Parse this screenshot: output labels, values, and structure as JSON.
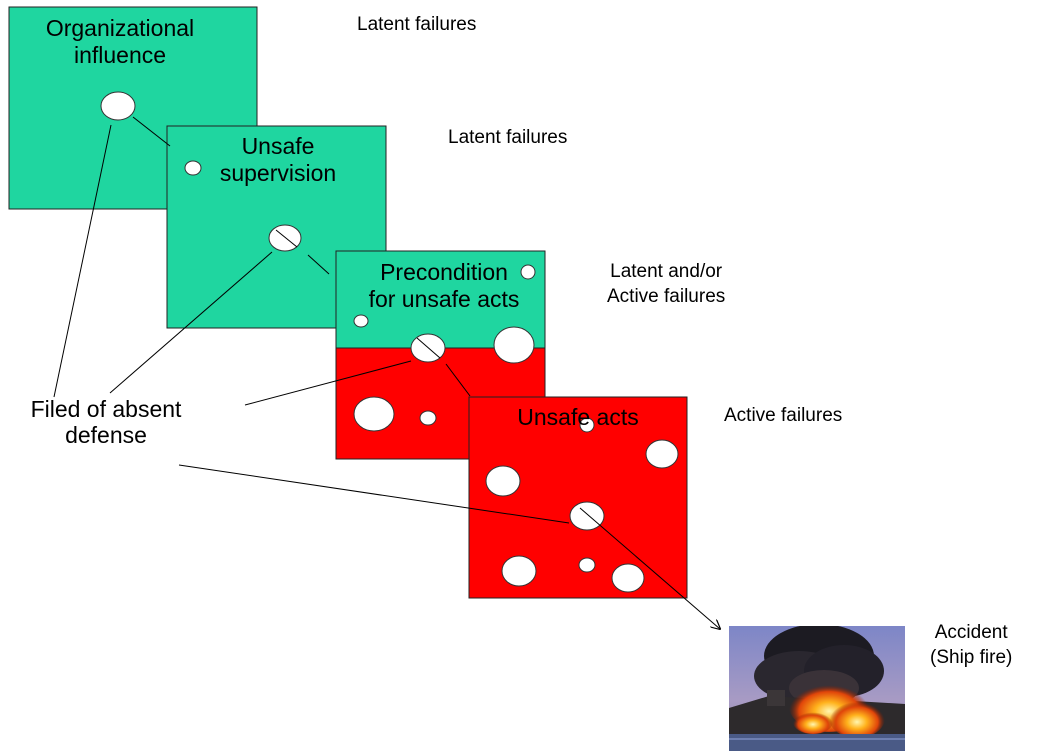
{
  "diagram": {
    "layers": [
      {
        "title_lines": [
          "Organizational",
          "influence"
        ],
        "failure_label_lines": [
          "Latent failures"
        ],
        "color": "#1fd6a0"
      },
      {
        "title_lines": [
          "Unsafe",
          "supervision"
        ],
        "failure_label_lines": [
          "Latent failures"
        ],
        "color": "#1fd6a0"
      },
      {
        "title_lines": [
          "Precondition",
          "for unsafe acts"
        ],
        "failure_label_lines": [
          "Latent and/or",
          "Active failures"
        ],
        "color_top": "#1fd6a0",
        "color_bottom": "#ff0000"
      },
      {
        "title_lines": [
          "Unsafe acts"
        ],
        "failure_label_lines": [
          "Active failures"
        ],
        "color": "#ff0000"
      }
    ],
    "defense_label_lines": [
      "Filed of absent",
      "defense"
    ],
    "accident_label_lines": [
      "Accident",
      "(Ship fire)"
    ],
    "photo_icon": "ship-fire-photo"
  }
}
